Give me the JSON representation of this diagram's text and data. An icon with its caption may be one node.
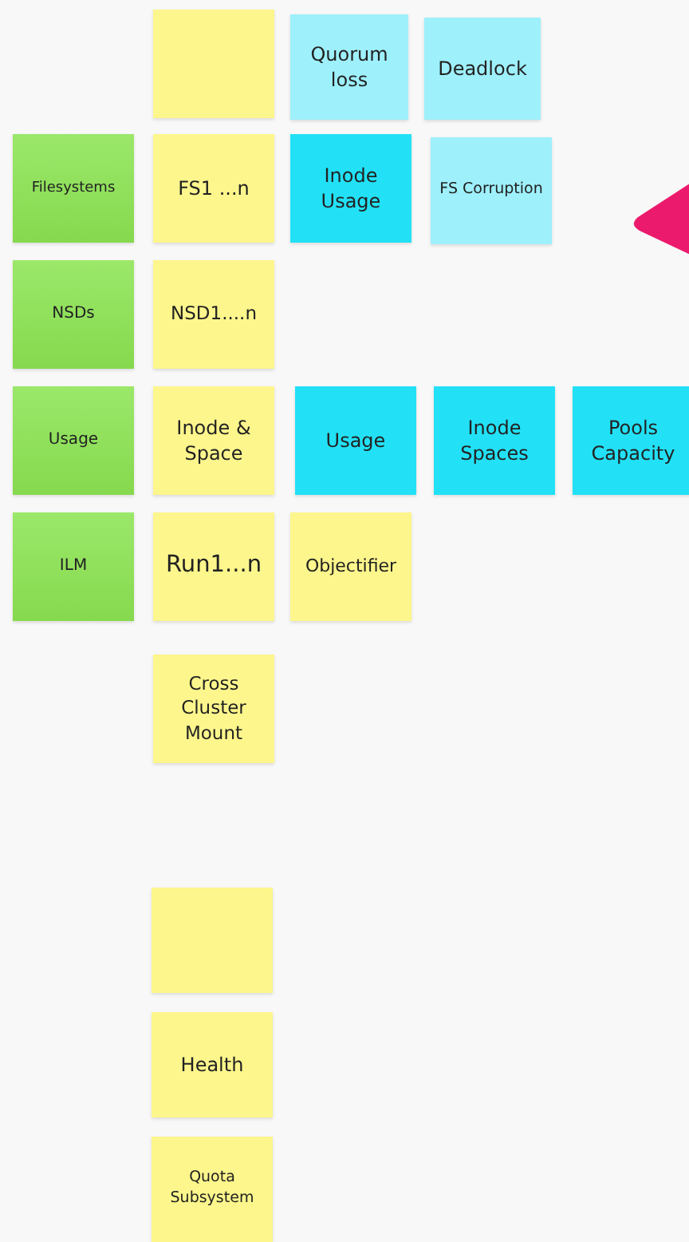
{
  "diagram": {
    "nodes": [
      {
        "text": [],
        "shape": "box"
      },
      {
        "text": [
          "Quorum loss"
        ]
      },
      {
        "text": [
          "Deadlock"
        ]
      },
      {
        "text": [
          "Filesystems"
        ]
      },
      {
        "text": [
          "FS1 ...n"
        ]
      },
      {
        "text": [
          "Inode Usage"
        ]
      },
      {
        "text": [
          "FS Corruption"
        ]
      },
      {
        "text": [
          "NSDs"
        ]
      },
      {
        "text": [
          "NSD1....n"
        ]
      },
      {
        "text": [
          "Usage"
        ]
      },
      {
        "text": [
          "Inode & Space"
        ]
      },
      {
        "text": [
          "Usage"
        ]
      },
      {
        "text": [
          "Inode Spaces"
        ]
      },
      {
        "text": [
          "Pools Capacity"
        ]
      },
      {
        "text": [
          "ILM"
        ]
      },
      {
        "text": [
          "Run1...n"
        ]
      },
      {
        "text": [
          "Objectifier"
        ]
      },
      {
        "text": [
          "Cross Cluster Mount"
        ]
      },
      {
        "text": [],
        "shape": "box"
      },
      {
        "text": [
          "Health"
        ]
      },
      {
        "text": [
          "Quota Subsystem"
        ]
      }
    ]
  }
}
